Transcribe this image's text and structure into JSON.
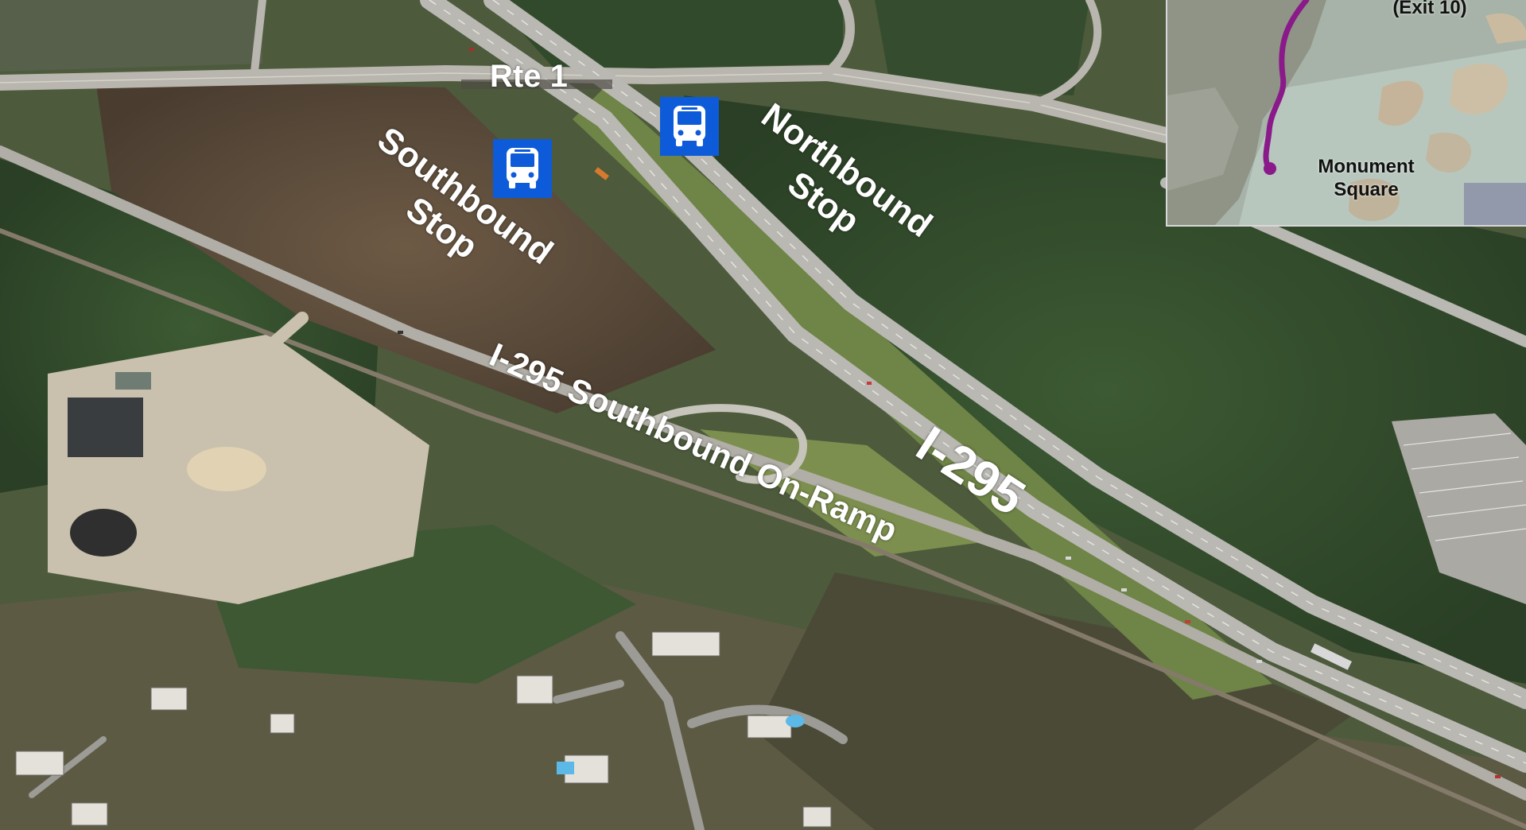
{
  "map": {
    "labels": {
      "rte1": "Rte 1",
      "southbound_stop_line1": "Southbound",
      "southbound_stop_line2": "Stop",
      "northbound_stop_line1": "Northbound",
      "northbound_stop_line2": "Stop",
      "on_ramp": "I-295 Southbound On-Ramp",
      "interstate": "I-295"
    },
    "icons": {
      "bus_stop": "bus-icon"
    },
    "colors": {
      "bus_stop_bg": "#0d5bd8",
      "route_line": "#8a1a8a",
      "label_text": "#ffffff"
    }
  },
  "inset": {
    "exit_label": "(Exit 10)",
    "monument_line1": "Monument",
    "monument_line2": "Square"
  }
}
